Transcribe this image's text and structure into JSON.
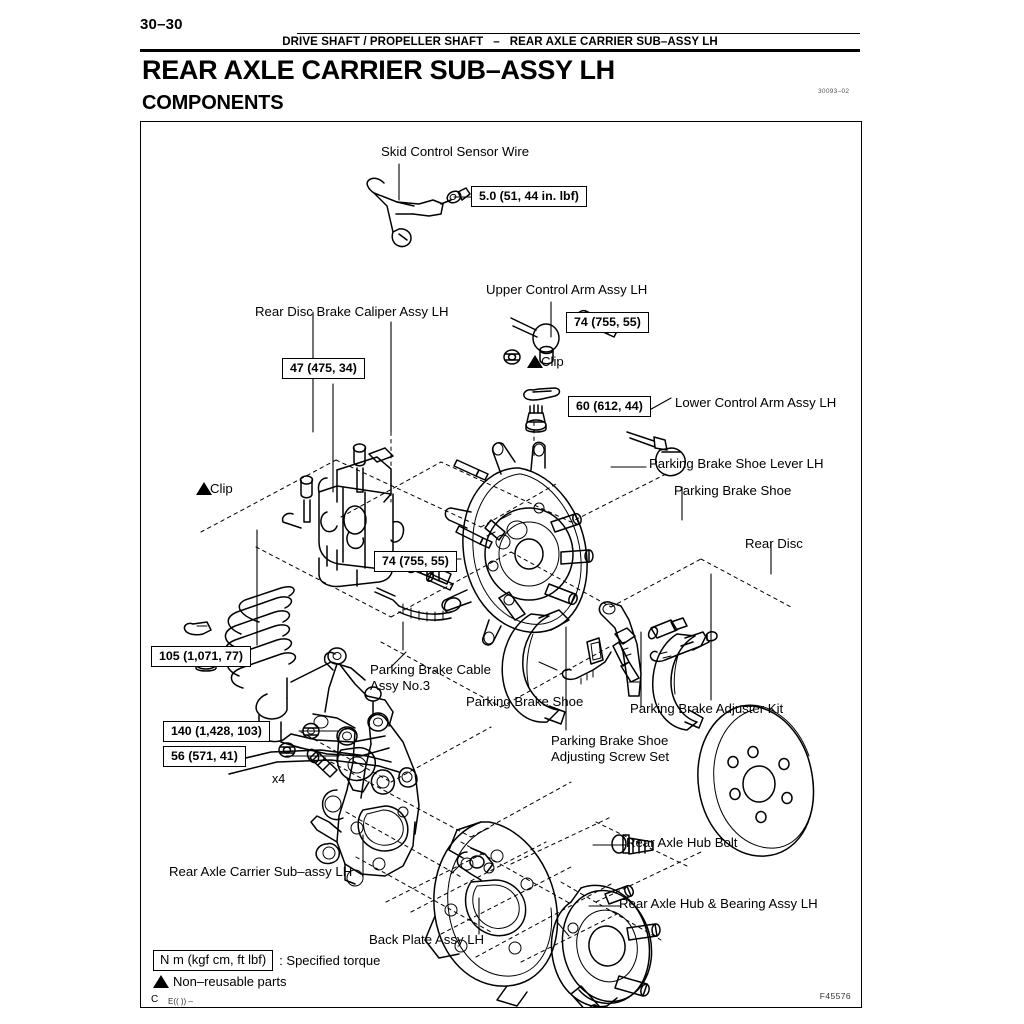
{
  "header": {
    "page_number": "30–30",
    "breadcrumb_left": "DRIVE SHAFT / PROPELLER SHAFT",
    "breadcrumb_sep": "–",
    "breadcrumb_right": "REAR AXLE CARRIER SUB–ASSY LH",
    "title": "REAR AXLE CARRIER SUB–ASSY LH",
    "subtitle": "COMPONENTS",
    "doc_code": "30093–02"
  },
  "figure": {
    "code": "F45576",
    "labels": [
      {
        "id": "skid-control-sensor-wire",
        "text": "Skid Control Sensor Wire"
      },
      {
        "id": "upper-control-arm-assy-lh",
        "text": "Upper Control Arm Assy LH"
      },
      {
        "id": "rear-disc-brake-caliper-assy-lh",
        "text": "Rear Disc Brake Caliper Assy LH"
      },
      {
        "id": "lower-control-arm-assy-lh",
        "text": "Lower Control Arm Assy LH"
      },
      {
        "id": "parking-brake-shoe-lever-lh",
        "text": "Parking Brake Shoe Lever LH"
      },
      {
        "id": "parking-brake-shoe-upper",
        "text": "Parking Brake Shoe"
      },
      {
        "id": "rear-disc",
        "text": "Rear Disc"
      },
      {
        "id": "parking-brake-cable-assy-no3",
        "text": "Parking Brake Cable\nAssy No.3"
      },
      {
        "id": "parking-brake-shoe-lower",
        "text": "Parking Brake Shoe"
      },
      {
        "id": "parking-brake-adjuster-kit",
        "text": "Parking Brake Adjuster Kit"
      },
      {
        "id": "parking-brake-shoe-adjusting-screw-set",
        "text": "Parking  Brake  Shoe\nAdjusting Screw Set"
      },
      {
        "id": "rear-axle-carrier-sub-assy-lh",
        "text": "Rear Axle Carrier Sub–assy LH"
      },
      {
        "id": "back-plate-assy-lh",
        "text": "Back Plate Assy LH"
      },
      {
        "id": "rear-axle-hub-bolt",
        "text": "Rear Axle Hub Bolt"
      },
      {
        "id": "rear-axle-hub-bearing-assy-lh",
        "text": "Rear Axle Hub & Bearing Assy LH"
      }
    ],
    "torque_specs": [
      {
        "id": "torque-sensor-wire",
        "text": "5.0 (51, 44 in. lbf)"
      },
      {
        "id": "torque-upper-arm-bolt",
        "text": "74 (755, 55)"
      },
      {
        "id": "torque-caliper",
        "text": "47 (475, 34)"
      },
      {
        "id": "torque-lower-arm-nut",
        "text": "60 (612, 44)"
      },
      {
        "id": "torque-lower-arm-bolt",
        "text": "74 (755, 55)"
      },
      {
        "id": "torque-strut-nut",
        "text": "105 (1,071, 77)"
      },
      {
        "id": "torque-carrier-nut",
        "text": "140 (1,428, 103)"
      },
      {
        "id": "torque-carrier-bolt",
        "text": "56 (571, 41)"
      }
    ],
    "clip_markers": [
      {
        "id": "clip-upper",
        "text": "Clip"
      },
      {
        "id": "clip-left",
        "text": "Clip"
      }
    ],
    "quantity_markers": [
      {
        "id": "bolt-quantity",
        "text": "x4"
      }
    ],
    "legend": {
      "torque_unit_box": "N m (kgf cm, ft lbf)",
      "torque_note": ": Specified torque",
      "nonreusable_note": "Non–reusable parts"
    },
    "footer": {
      "revision_mark": "C",
      "edition_mark": "E(( )) –"
    }
  }
}
